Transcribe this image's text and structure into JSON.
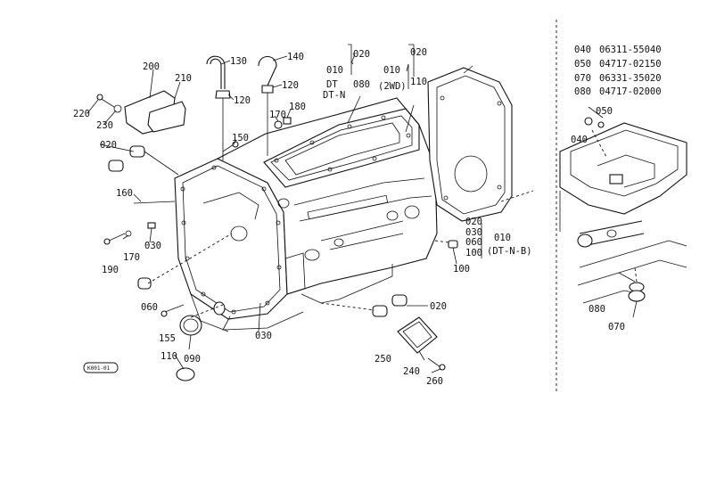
{
  "diagram": {
    "badge": "K001-01",
    "callouts": [
      {
        "id": "c220",
        "text": "220"
      },
      {
        "id": "c230",
        "text": "230"
      },
      {
        "id": "c200",
        "text": "200"
      },
      {
        "id": "c210",
        "text": "210"
      },
      {
        "id": "c130",
        "text": "130"
      },
      {
        "id": "c140",
        "text": "140"
      },
      {
        "id": "c120a",
        "text": "120"
      },
      {
        "id": "c120b",
        "text": "120"
      },
      {
        "id": "c150",
        "text": "150"
      },
      {
        "id": "c170a",
        "text": "170"
      },
      {
        "id": "c180",
        "text": "180"
      },
      {
        "id": "c020a",
        "text": "020"
      },
      {
        "id": "c160",
        "text": "160"
      },
      {
        "id": "c030a",
        "text": "030"
      },
      {
        "id": "c190",
        "text": "190"
      },
      {
        "id": "c170b",
        "text": "170"
      },
      {
        "id": "c060",
        "text": "060"
      },
      {
        "id": "c155",
        "text": "155"
      },
      {
        "id": "c030b",
        "text": "030"
      },
      {
        "id": "c110a",
        "text": "110"
      },
      {
        "id": "c090",
        "text": "090"
      },
      {
        "id": "c020b",
        "text": "020"
      },
      {
        "id": "c250",
        "text": "250"
      },
      {
        "id": "c240",
        "text": "240"
      },
      {
        "id": "c260",
        "text": "260"
      },
      {
        "id": "c100",
        "text": "100"
      },
      {
        "id": "g1_020",
        "text": "020"
      },
      {
        "id": "g1_010",
        "text": "010"
      },
      {
        "id": "g1_dt",
        "text": "DT"
      },
      {
        "id": "g1_dtn",
        "text": "DT-N"
      },
      {
        "id": "g1_080",
        "text": "080"
      },
      {
        "id": "g2_020",
        "text": "020"
      },
      {
        "id": "g2_010",
        "text": "010"
      },
      {
        "id": "g2_110",
        "text": "110"
      },
      {
        "id": "g2_2wd",
        "text": "(2WD)"
      },
      {
        "id": "g3_020",
        "text": "020"
      },
      {
        "id": "g3_030",
        "text": "030"
      },
      {
        "id": "g3_060",
        "text": "060"
      },
      {
        "id": "g3_100",
        "text": "100"
      },
      {
        "id": "g3_010",
        "text": "010"
      },
      {
        "id": "g3_dtnb",
        "text": "(DT-N-B)"
      },
      {
        "id": "r050",
        "text": "050"
      },
      {
        "id": "r040",
        "text": "040"
      },
      {
        "id": "r080",
        "text": "080"
      },
      {
        "id": "r070",
        "text": "070"
      }
    ]
  },
  "parts_table": [
    {
      "ref": "040",
      "part_no": "06311-55040"
    },
    {
      "ref": "050",
      "part_no": "04717-02150"
    },
    {
      "ref": "070",
      "part_no": "06331-35020"
    },
    {
      "ref": "080",
      "part_no": "04717-02000"
    }
  ]
}
